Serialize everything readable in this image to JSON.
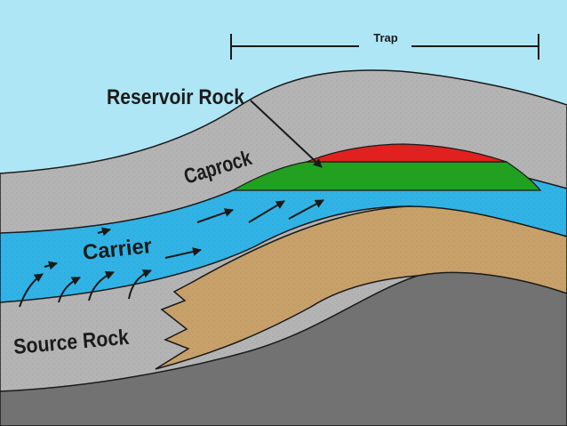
{
  "labels": {
    "trap": "Trap",
    "reservoir_rock": "Reservoir Rock",
    "caprock": "Caprock",
    "carrier": "Carrier",
    "source_rock": "Source Rock"
  },
  "colors": {
    "sky": "#aee6f5",
    "caprock_layer": "#b4b4b4",
    "carrier_layer": "#31b3e6",
    "source_layer": "#c8a16a",
    "basement": "#727272",
    "reservoir_water": "#22a020",
    "reservoir_oil": "#e12020",
    "outline": "#1a1a1a"
  }
}
